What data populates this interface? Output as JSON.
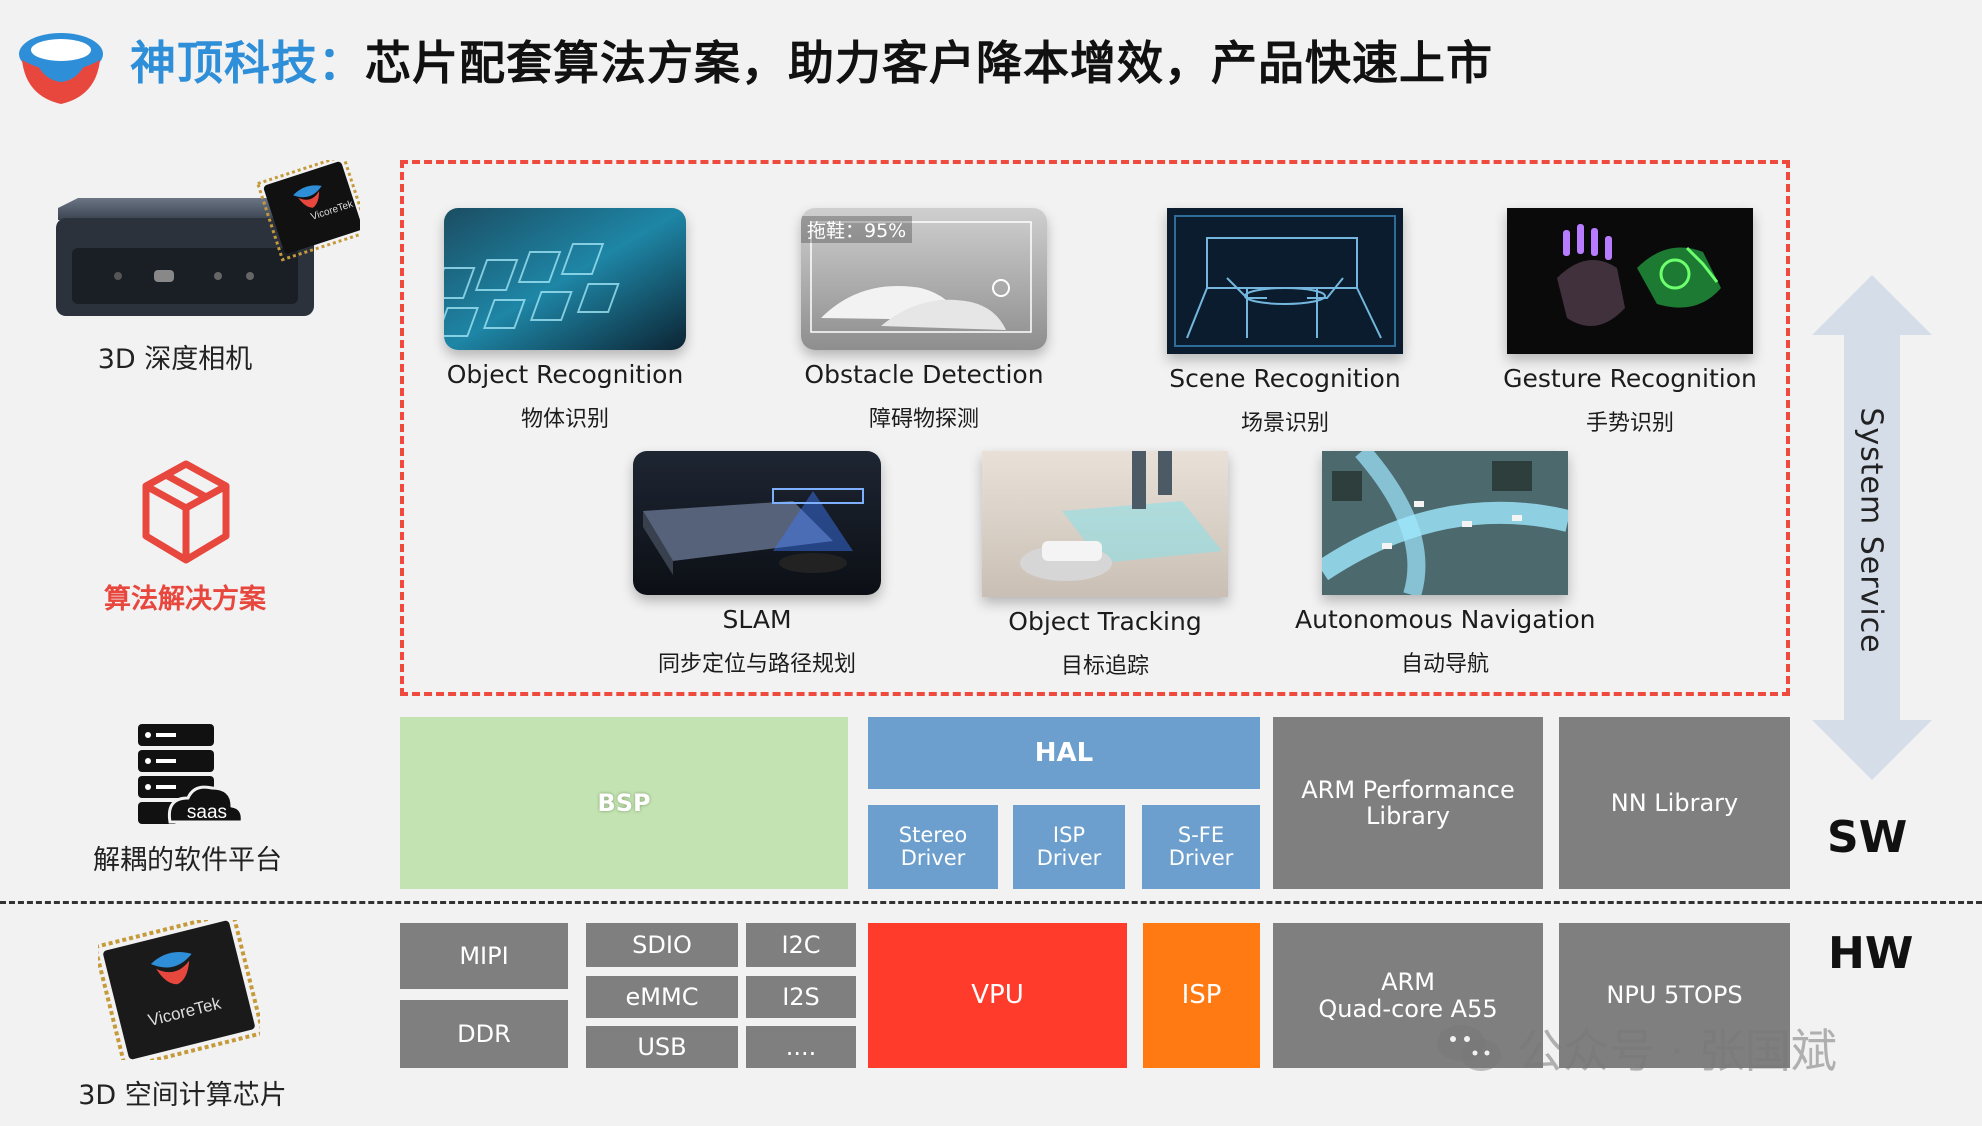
{
  "header": {
    "brand": "神顶科技：",
    "title": "芯片配套算法方案，助力客户降本增效，产品快速上市"
  },
  "left": {
    "camera_label": "3D 深度相机",
    "camera_chip_text": "VicoreTek",
    "algo_label": "算法解决方案",
    "platform_label": "解耦的软件平台",
    "saas_text": "saas",
    "chip_label": "3D 空间计算芯片",
    "chip_text": "VicoreTek"
  },
  "algorithms": [
    {
      "en": "Object Recognition",
      "cn": "物体识别"
    },
    {
      "en": "Obstacle Detection",
      "cn": "障碍物探测",
      "overlay": "拖鞋：95%"
    },
    {
      "en": "Scene Recognition",
      "cn": "场景识别"
    },
    {
      "en": "Gesture Recognition",
      "cn": "手势识别"
    },
    {
      "en": "SLAM",
      "cn": "同步定位与路径规划"
    },
    {
      "en": "Object Tracking",
      "cn": "目标追踪"
    },
    {
      "en": "Autonomous Navigation",
      "cn": "自动导航"
    }
  ],
  "sw": {
    "bsp": "BSP",
    "hal": "HAL",
    "stereo_driver": "Stereo\nDriver",
    "isp_driver": "ISP\nDriver",
    "sfe_driver": "S-FE\nDriver",
    "arm_perf": "ARM Performance\nLibrary",
    "nn_lib": "NN Library",
    "label": "SW"
  },
  "hw": {
    "mipi": "MIPI",
    "ddr": "DDR",
    "sdio": "SDIO",
    "i2c": "I2C",
    "emmc": "eMMC",
    "i2s": "I2S",
    "usb": "USB",
    "more": "....",
    "vpu": "VPU",
    "isp": "ISP",
    "arm_cpu": "ARM\nQuad-core A55",
    "npu": "NPU 5TOPS",
    "label": "HW"
  },
  "system_service": "System  Service",
  "watermark": "公众号 · 张国斌",
  "colors": {
    "brand_blue": "#2e8fd8",
    "dash_red": "#ee4a3d",
    "bsp_green": "#c4e3b2",
    "hal_blue": "#6c9fcd",
    "block_gray": "#7f7f7f",
    "vpu_red": "#ff3b2b",
    "isp_orange": "#ff7a13"
  }
}
